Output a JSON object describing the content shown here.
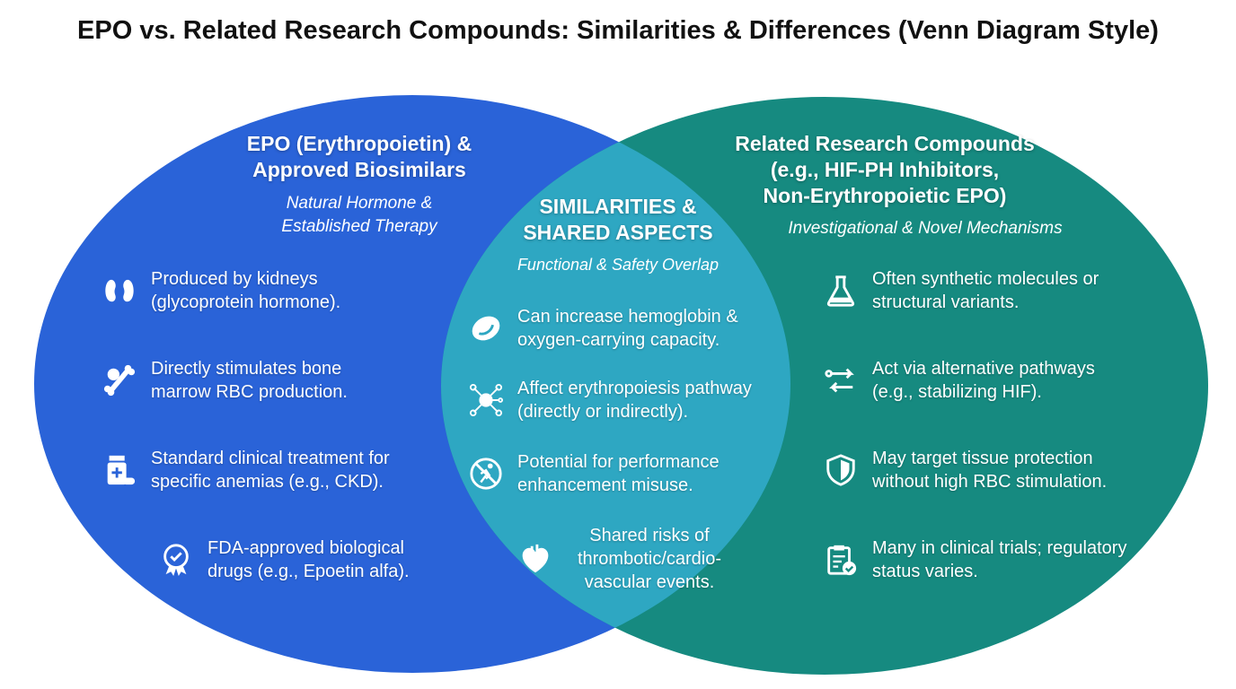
{
  "title": "EPO vs. Related Research Compounds: Similarities & Differences (Venn Diagram Style)",
  "colors": {
    "left": "#2a63d8",
    "right": "#168a80",
    "overlap": "#2ea7c2"
  },
  "left": {
    "heading": [
      "EPO (Erythropoietin) &",
      "Approved Biosimilars"
    ],
    "subtitle": [
      "Natural Hormone &",
      "Established Therapy"
    ],
    "items": [
      {
        "icon": "kidney-icon",
        "text": "Produced by kidneys (glycoprotein hormone)."
      },
      {
        "icon": "bone-marrow-icon",
        "text": "Directly stimulates bone marrow RBC production."
      },
      {
        "icon": "medicine-bottle-icon",
        "text": "Standard clinical treatment for specific anemias (e.g., CKD)."
      },
      {
        "icon": "approval-badge-icon",
        "text": "FDA-approved biological drugs (e.g., Epoetin alfa)."
      }
    ]
  },
  "center": {
    "heading": [
      "SIMILARITIES &",
      "SHARED ASPECTS"
    ],
    "subtitle": "Functional & Safety Overlap",
    "items": [
      {
        "icon": "red-blood-cell-icon",
        "text": "Can increase hemoglobin & oxygen-carrying capacity."
      },
      {
        "icon": "pathway-network-icon",
        "text": "Affect erythropoiesis pathway (directly or indirectly)."
      },
      {
        "icon": "no-doping-icon",
        "text": "Potential for performance enhancement misuse."
      },
      {
        "icon": "heart-icon",
        "text": "Shared risks of thrombotic/cardio-vascular events."
      }
    ]
  },
  "right": {
    "heading": [
      "Related Research Compounds",
      "(e.g., HIF-PH Inhibitors,",
      "Non-Erythropoietic EPO)"
    ],
    "subtitle": "Investigational & Novel Mechanisms",
    "items": [
      {
        "icon": "flask-icon",
        "text": "Often synthetic molecules or structural variants."
      },
      {
        "icon": "alternate-pathway-icon",
        "text": "Act via alternative pathways (e.g., stabilizing HIF)."
      },
      {
        "icon": "shield-icon",
        "text": "May target tissue protection without high RBC stimulation."
      },
      {
        "icon": "clipboard-check-icon",
        "text": "Many in clinical trials; regulatory status varies."
      }
    ]
  }
}
